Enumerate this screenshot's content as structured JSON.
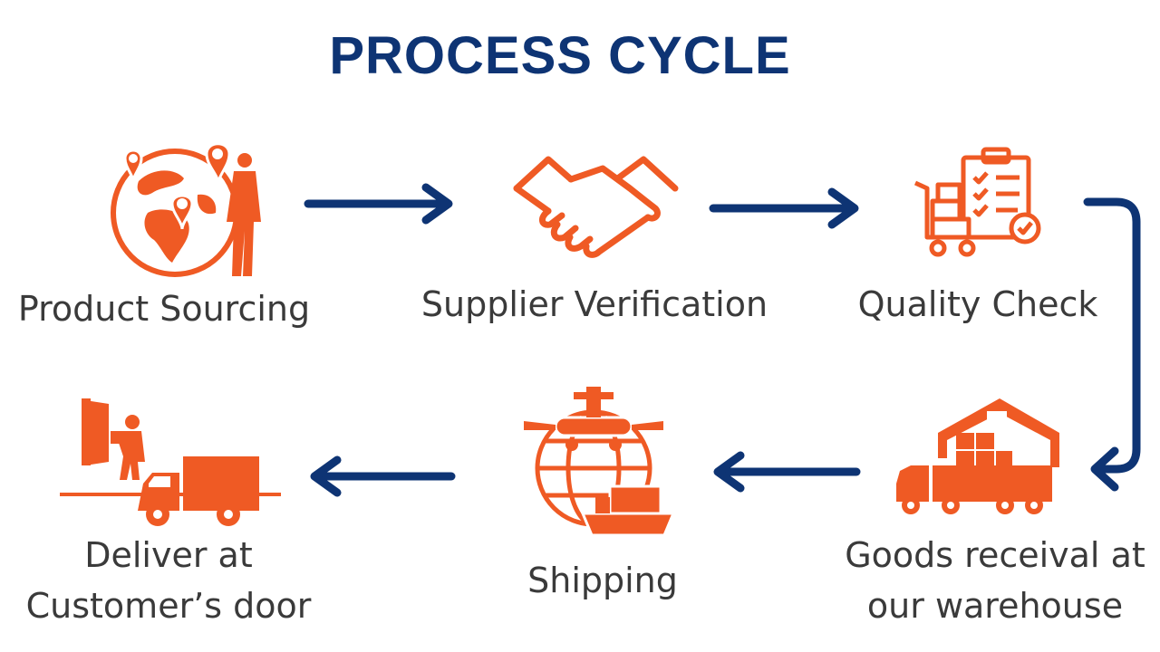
{
  "title": "PROCESS CYCLE",
  "colors": {
    "icon_orange": "#ef5a24",
    "arrow_navy": "#0e3474",
    "text": "#3a3a3a"
  },
  "steps": [
    {
      "label": "Product Sourcing",
      "icon": "globe-location-businessman-icon"
    },
    {
      "label": "Supplier Verification",
      "icon": "handshake-icon"
    },
    {
      "label": "Quality Check",
      "icon": "cart-checklist-icon"
    },
    {
      "label_line1": "Goods receival at",
      "label_line2": "our warehouse",
      "icon": "warehouse-truck-icon"
    },
    {
      "label": "Shipping",
      "icon": "globe-plane-ship-icon"
    },
    {
      "label_line1": "Deliver at",
      "label_line2": "Customer’s door",
      "icon": "delivery-truck-courier-icon"
    }
  ]
}
